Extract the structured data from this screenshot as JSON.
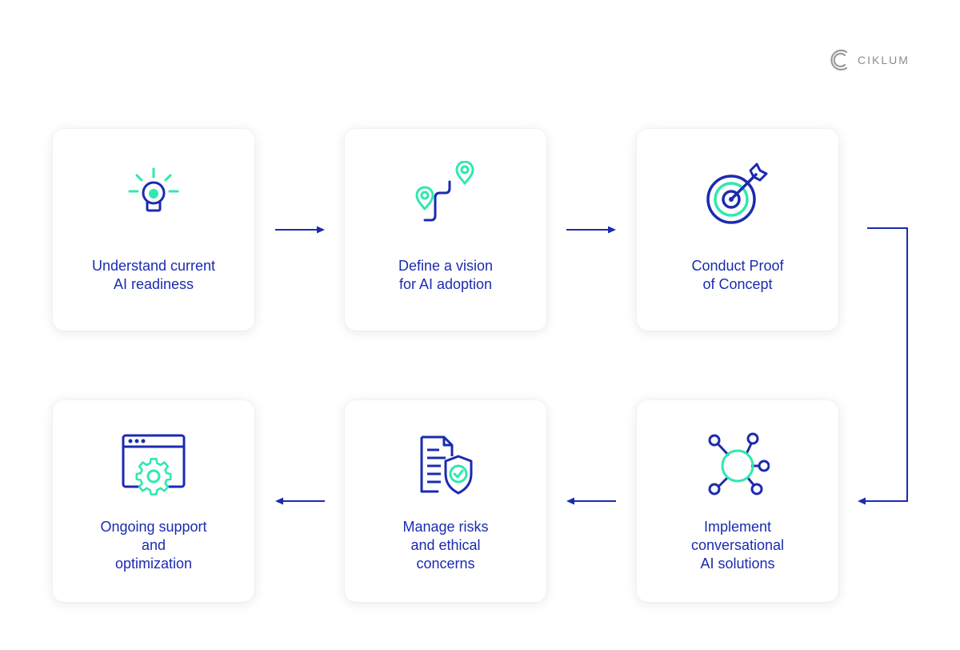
{
  "brand": {
    "name": "CIKLUM"
  },
  "colors": {
    "accent": "#1b2bb0",
    "highlight": "#2ee8b0",
    "card": "#ffffff",
    "logo": "#9a9a9a"
  },
  "steps": [
    {
      "label": "Understand current\nAI readiness",
      "icon": "lightbulb-icon"
    },
    {
      "label": "Define a vision\nfor AI adoption",
      "icon": "route-pins-icon"
    },
    {
      "label": "Conduct Proof\nof Concept",
      "icon": "target-arrow-icon"
    },
    {
      "label": "Implement\nconversational\nAI solutions",
      "icon": "network-nodes-icon"
    },
    {
      "label": "Manage risks\nand ethical\nconcerns",
      "icon": "document-shield-icon"
    },
    {
      "label": "Ongoing support\nand\noptimization",
      "icon": "browser-gear-icon"
    }
  ]
}
